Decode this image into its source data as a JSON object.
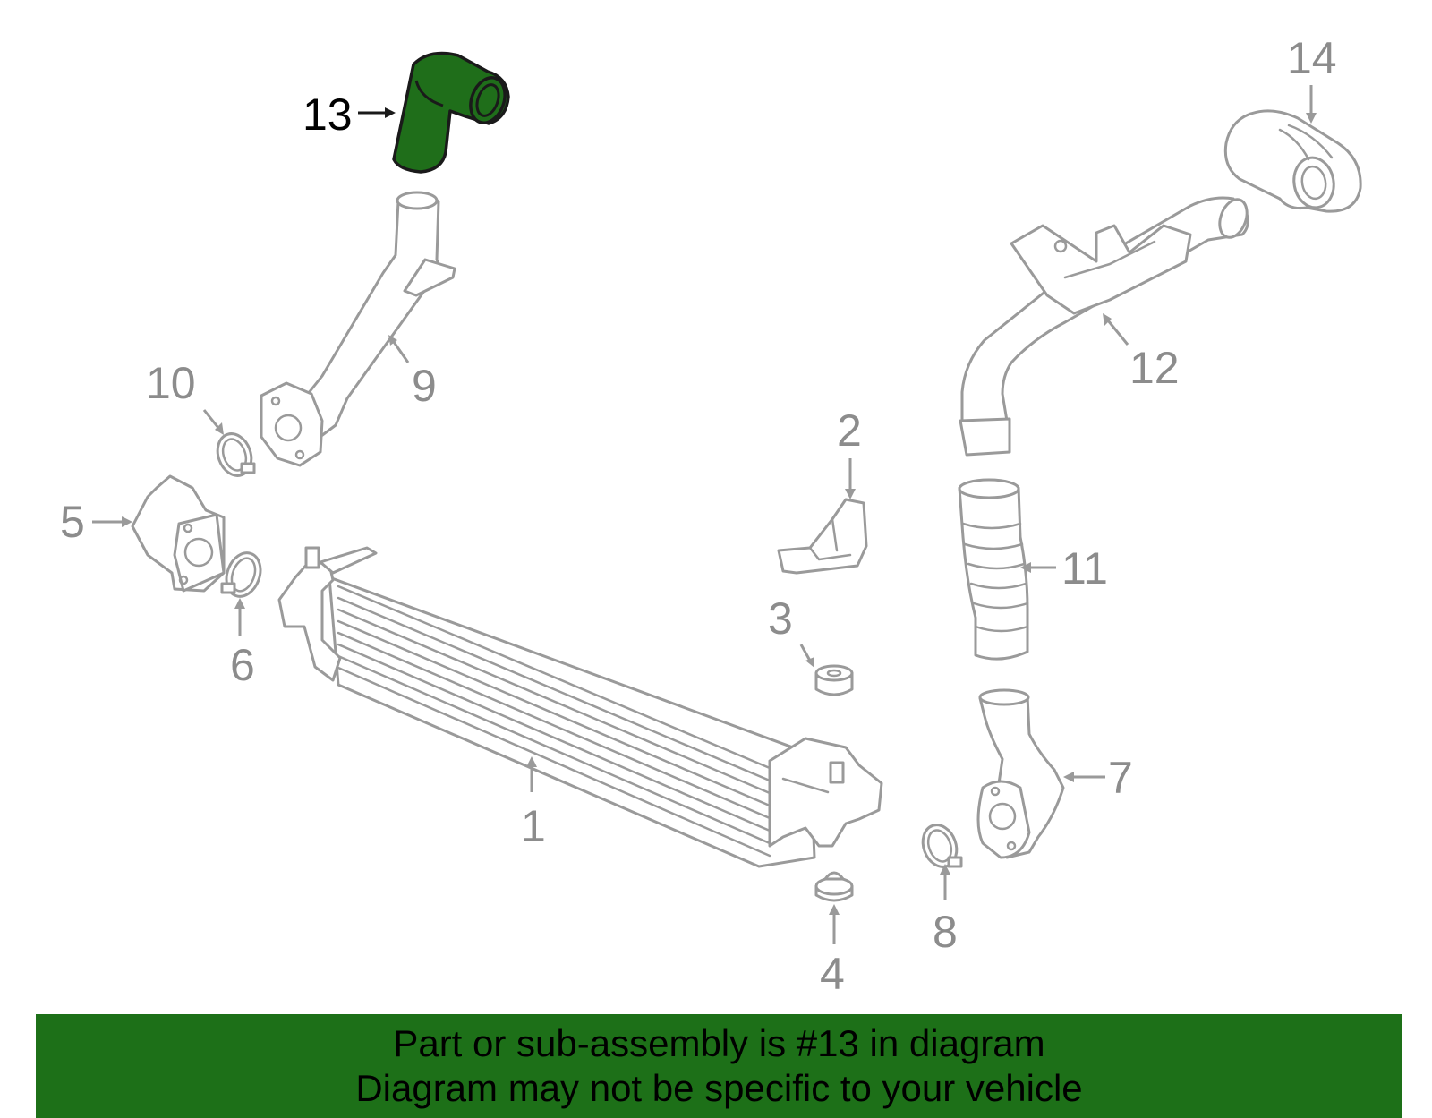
{
  "diagram": {
    "highlighted_part": "13",
    "colors": {
      "highlight": "#1f6e1a",
      "banner": "#1d7018",
      "parts": "#9a9a9a"
    },
    "callouts": [
      "1",
      "2",
      "3",
      "4",
      "5",
      "6",
      "7",
      "8",
      "9",
      "10",
      "11",
      "12",
      "13",
      "14"
    ]
  },
  "banner": {
    "line1": "Part or sub-assembly is #13 in diagram",
    "line2": "Diagram may not be specific to your vehicle"
  }
}
